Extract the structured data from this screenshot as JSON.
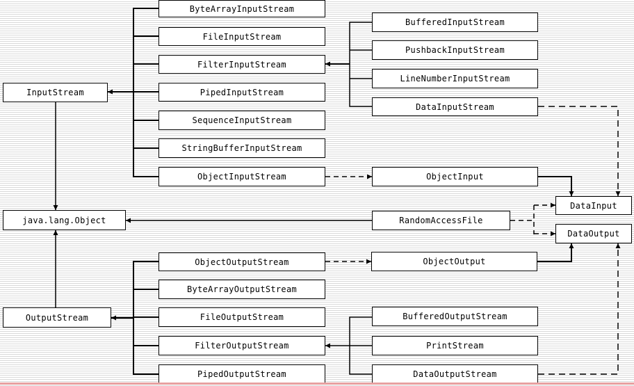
{
  "diagram": {
    "nodes": {
      "input_stream": "InputStream",
      "output_stream": "OutputStream",
      "java_lang_object": "java.lang.Object",
      "byte_array_input_stream": "ByteArrayInputStream",
      "file_input_stream": "FileInputStream",
      "filter_input_stream": "FilterInputStream",
      "piped_input_stream": "PipedInputStream",
      "sequence_input_stream": "SequenceInputStream",
      "string_buffer_input_stream": "StringBufferInputStream",
      "object_input_stream": "ObjectInputStream",
      "buffered_input_stream": "BufferedInputStream",
      "pushback_input_stream": "PushbackInputStream",
      "line_number_input_stream": "LineNumberInputStream",
      "data_input_stream": "DataInputStream",
      "object_input": "ObjectInput",
      "random_access_file": "RandomAccessFile",
      "data_input": "DataInput",
      "data_output": "DataOutput",
      "object_output_stream": "ObjectOutputStream",
      "byte_array_output_stream": "ByteArrayOutputStream",
      "file_output_stream": "FileOutputStream",
      "filter_output_stream": "FilterOutputStream",
      "piped_output_stream": "PipedOutputStream",
      "object_output": "ObjectOutput",
      "buffered_output_stream": "BufferedOutputStream",
      "print_stream": "PrintStream",
      "data_output_stream": "DataOutputStream"
    }
  }
}
